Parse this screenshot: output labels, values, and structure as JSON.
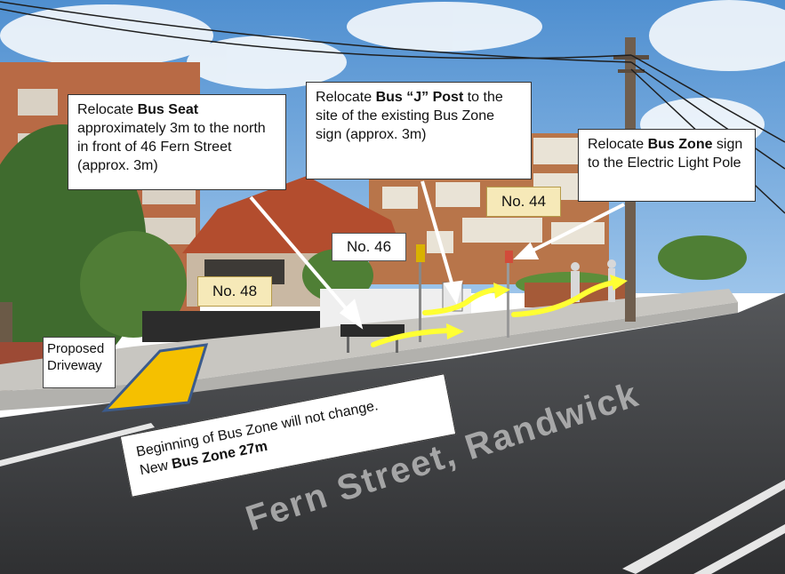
{
  "callouts": {
    "seat": {
      "prefix": "Relocate ",
      "bold": "Bus Seat",
      "rest": " approximately 3m to the north in front of 46 Fern Street (approx. 3m)"
    },
    "jpost": {
      "prefix": "Relocate ",
      "bold": "Bus “J” Post",
      "rest": " to the site of the existing Bus Zone sign (approx. 3m)"
    },
    "zone": {
      "prefix": "Relocate ",
      "bold": "Bus Zone",
      "rest": " sign to the Electric Light Pole"
    },
    "bottom": {
      "line1": "Beginning of Bus Zone will not change.",
      "prefix": "New ",
      "bold": "Bus Zone 27m"
    }
  },
  "labels": {
    "no44": "No. 44",
    "no46": "No. 46",
    "no48": "No. 48",
    "driveway": "Proposed Driveway"
  },
  "street_name": "Fern Street, Randwick",
  "colors": {
    "arrow_yellow": "#ffff33",
    "driveway_fill": "#f5c000",
    "driveway_outline": "#3b5b8c",
    "sky": "#5d9bd6",
    "road": "#3a3b3d"
  }
}
